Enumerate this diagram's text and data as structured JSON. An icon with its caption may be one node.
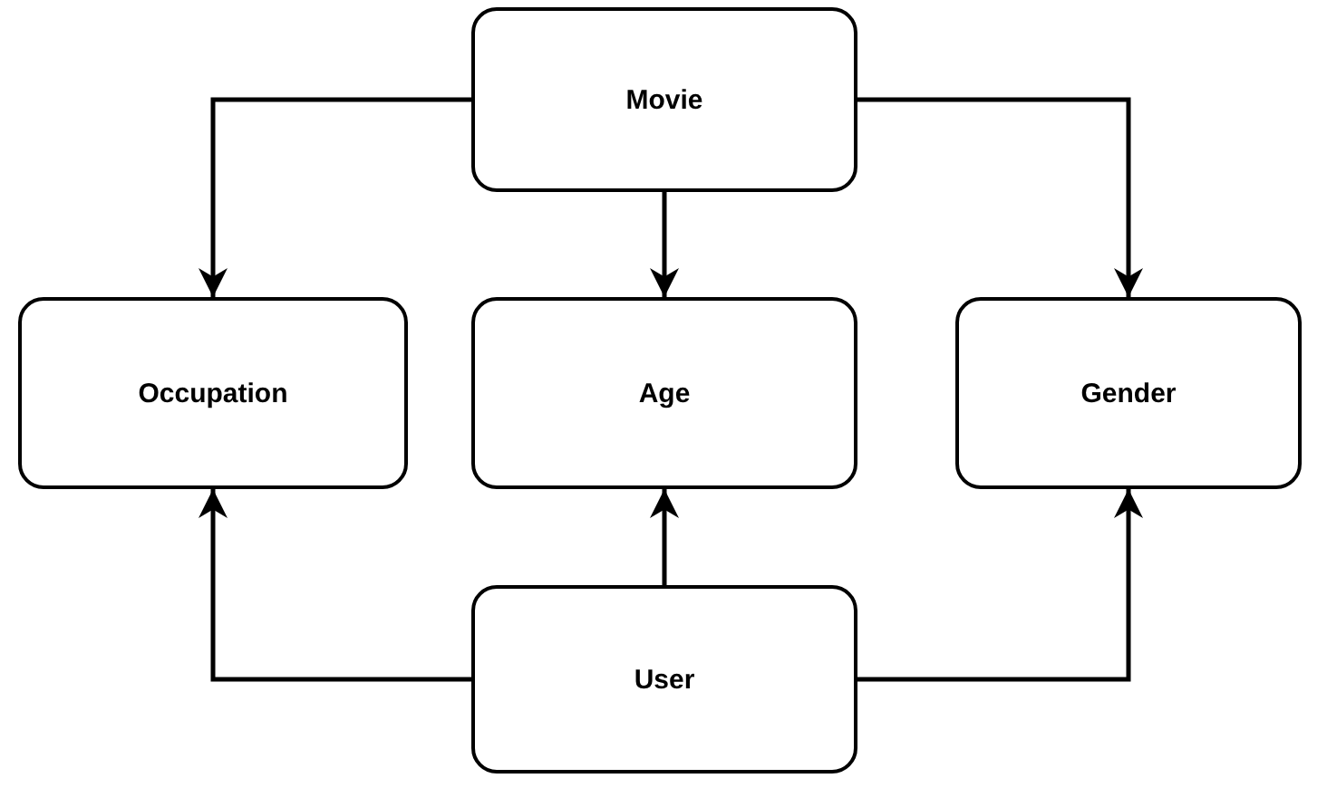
{
  "diagram": {
    "nodes": [
      {
        "text": [
          "Movie"
        ]
      },
      {
        "text": [
          "Occupation"
        ]
      },
      {
        "text": [
          "Age"
        ]
      },
      {
        "text": [
          "Gender"
        ]
      },
      {
        "text": [
          "User"
        ]
      }
    ],
    "edges": [
      {
        "from": 0,
        "to": 1,
        "arrow": "to"
      },
      {
        "from": 0,
        "to": 2,
        "arrow": "to"
      },
      {
        "from": 0,
        "to": 3,
        "arrow": "to"
      },
      {
        "from": 4,
        "to": 1,
        "arrow": "to"
      },
      {
        "from": 4,
        "to": 2,
        "arrow": "to"
      },
      {
        "from": 4,
        "to": 3,
        "arrow": "to"
      }
    ]
  }
}
